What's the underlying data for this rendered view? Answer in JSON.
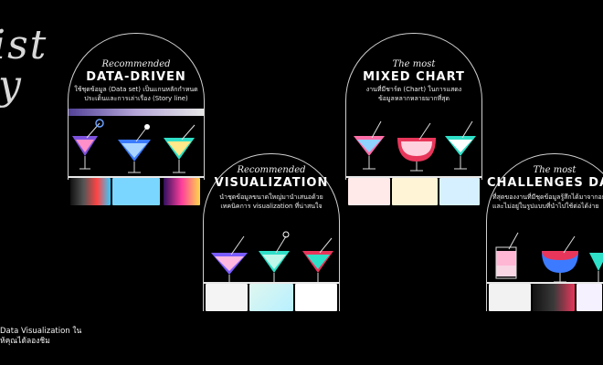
{
  "background_script": {
    "line1": "ist",
    "line2": "y"
  },
  "bottom_caption": {
    "line1": "Data Visualization ใน",
    "line2": "ห้คุณได้ลองชิม"
  },
  "cards": [
    {
      "kicker": "Recommended",
      "title": "DATA-DRIVEN",
      "desc1": "ใช้ชุดข้อมูล (Data set) เป็นแกนหลักกำหนด",
      "desc2": "ประเด็นและการเล่าเรื่อง (Story line)"
    },
    {
      "kicker": "Recommended",
      "title": "VISUALIZATION",
      "desc1": "นำชุดข้อมูลขนาดใหญ่มานำเสนอด้วย",
      "desc2": "เทคนิคการ visualization ที่น่าสนใจ"
    },
    {
      "kicker": "The most",
      "title": "MIXED CHART",
      "desc1": "งานที่มีชาร์ต (Chart) ในการแสดง",
      "desc2": "ข้อมูลหลากหลายมากที่สุด"
    },
    {
      "kicker": "The most",
      "title": "CHALLENGES DATA",
      "desc1": "ที่สุดของงานที่มีชุดข้อมูลรู้สึกได้มาจากอย่างดี",
      "desc2": "และไม่อยู่ในรูปแบบที่นำไปใช้ต่อได้ง่าย"
    }
  ],
  "colors": {
    "glass_pink": "#ff9fd6",
    "glass_blue": "#3c7bff",
    "glass_teal": "#2fe0c8",
    "glass_red": "#e8365a",
    "glass_purple": "#7a5cff"
  }
}
